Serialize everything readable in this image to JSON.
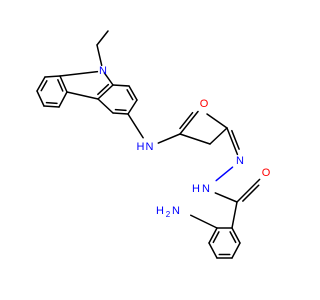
{
  "molecule": {
    "atom_labels": {
      "n_carbazole": "N",
      "nh_amide": "N",
      "h_amide": "H",
      "o_amide": "O",
      "n_imine": "N",
      "n_hydrazide": "N",
      "h_hydrazide": "H",
      "o_hydrazide": "O",
      "h2_amino": "H",
      "h2_amino_sub": "2",
      "n_amino": "N"
    },
    "colors": {
      "bond": "#000000",
      "nitrogen": "#0000ff",
      "oxygen": "#ff0000",
      "background": "#ffffff"
    }
  }
}
